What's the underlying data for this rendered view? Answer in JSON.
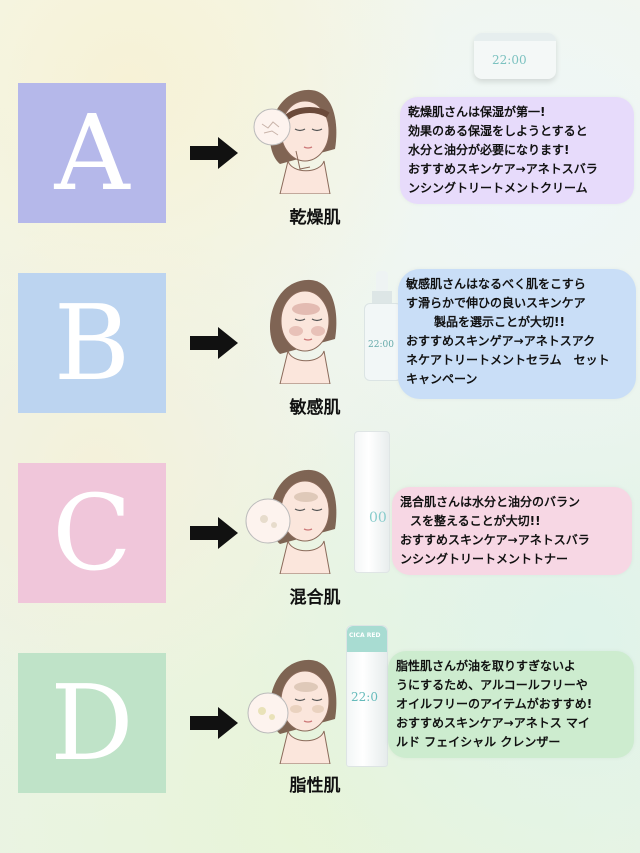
{
  "colors": {
    "box_a": "#b5b8ea",
    "box_b": "#bcd4f0",
    "box_c": "#f0c6da",
    "box_d": "#bfe3c8",
    "bubble_a": "#e7dbfb",
    "bubble_b": "#c9def7",
    "bubble_c": "#f7d7e4",
    "bubble_d": "#cdeccf"
  },
  "sections": [
    {
      "letter": "A",
      "skin_type": "乾燥肌",
      "product_text": "22:00",
      "lines": [
        "乾燥肌さんは保湿が第一!",
        "効果のある保湿をしようとすると",
        "水分と油分が必要になります!",
        "おすすめスキンケア→アネトスバラ",
        "ンシングトリートメントクリーム"
      ]
    },
    {
      "letter": "B",
      "skin_type": "敏感肌",
      "product_text": "22:00",
      "lines": [
        "敏感肌さんはなるべく肌をこすら",
        "す滑らかで伸ひの良いスキンケア",
        "製品を選示ことが大切!!",
        "おすすめスキンゲア→アネトスアク",
        "ネケアトリートメントセラム　セット",
        "キャンペーン"
      ]
    },
    {
      "letter": "C",
      "skin_type": "混合肌",
      "product_text": "00",
      "lines": [
        "混合肌さんは水分と油分のバラン",
        "スを整えることが大切!!",
        "おすすめスキンケア→アネトスバラ",
        "ンシングトリートメントトナー"
      ]
    },
    {
      "letter": "D",
      "skin_type": "脂性肌",
      "product_text": "22:0",
      "product_badge": "CICA RED",
      "lines": [
        "脂性肌さんが油を取りすぎないよ",
        "うにするため、アルコールフリーや",
        "オイルフリーのアイテムがおすすめ!",
        "おすすめスキンケア→アネトス マイ",
        "ルド フェイシャル クレンザー"
      ]
    }
  ]
}
